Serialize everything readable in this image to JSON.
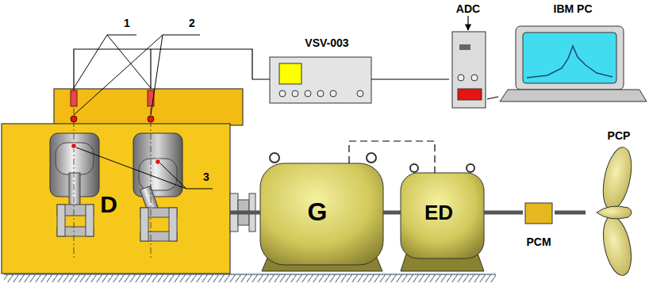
{
  "diagram": {
    "nodes": [
      {
        "text": [
          "D"
        ]
      },
      {
        "text": [
          "G"
        ]
      },
      {
        "text": [
          "ED"
        ]
      },
      {
        "text": [
          "PCM"
        ]
      },
      {
        "text": [
          "PCP"
        ]
      },
      {
        "text": [
          "VSV-003"
        ]
      },
      {
        "text": [
          "ADC"
        ]
      },
      {
        "text": [
          "IBM PC"
        ]
      }
    ],
    "edges": [
      {
        "from": 0,
        "to": 5,
        "arrow": "none"
      },
      {
        "from": 5,
        "to": 6,
        "arrow": "none"
      },
      {
        "from": 6,
        "to": 7,
        "arrow": "none"
      },
      {
        "from": 0,
        "to": 1,
        "arrow": "none"
      },
      {
        "from": 1,
        "to": 2,
        "arrow": "none"
      },
      {
        "from": 1,
        "to": 2,
        "arrow": "none"
      },
      {
        "from": 2,
        "to": 3,
        "arrow": "none"
      },
      {
        "from": 3,
        "to": 4,
        "arrow": "none"
      }
    ],
    "labels": [
      "1",
      "2",
      "3"
    ]
  }
}
